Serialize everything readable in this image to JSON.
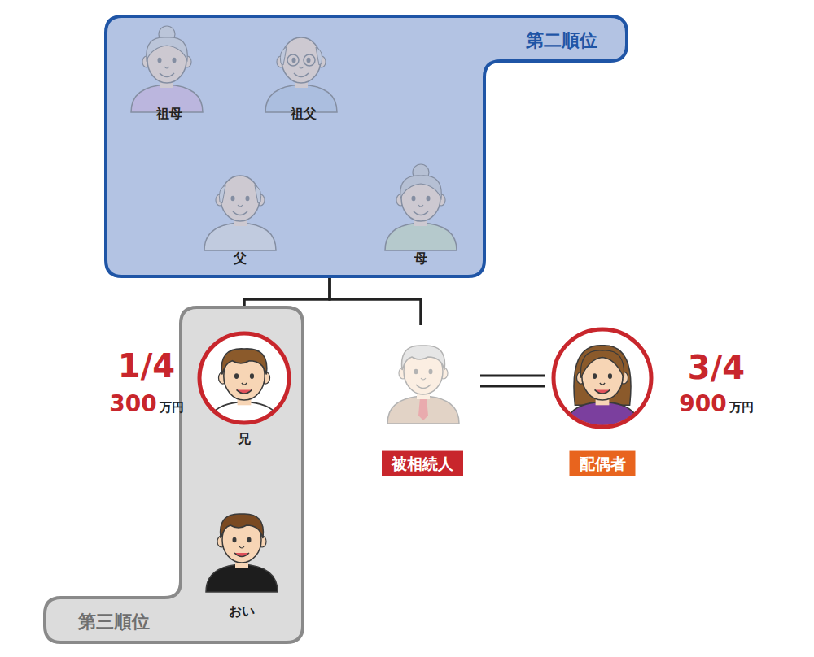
{
  "diagram": {
    "nodes": [
      {
        "text": [
          "第二順位"
        ]
      },
      {
        "text": [
          "祖母"
        ],
        "in": 0
      },
      {
        "text": [
          "祖父"
        ],
        "in": 0
      },
      {
        "text": [
          "父"
        ],
        "in": 0
      },
      {
        "text": [
          "母"
        ],
        "in": 0
      },
      {
        "text": [
          "第三順位"
        ]
      },
      {
        "text": [
          "兄",
          "1/4",
          "300万円"
        ],
        "in": 5
      },
      {
        "text": [
          "おい"
        ],
        "in": 5
      },
      {
        "text": [
          "被相続人"
        ]
      },
      {
        "text": [
          "配偶者",
          "3/4",
          "900万円"
        ]
      }
    ],
    "edges": [
      {
        "from": 1,
        "to": 2,
        "arrow": "none"
      },
      {
        "from": 1,
        "to": 3,
        "arrow": "none"
      },
      {
        "from": 2,
        "to": 3,
        "arrow": "none"
      },
      {
        "from": 3,
        "to": 4,
        "arrow": "none"
      },
      {
        "from": 3,
        "to": 6,
        "arrow": "none"
      },
      {
        "from": 4,
        "to": 6,
        "arrow": "none"
      },
      {
        "from": 3,
        "to": 8,
        "arrow": "none"
      },
      {
        "from": 4,
        "to": 8,
        "arrow": "none"
      },
      {
        "from": 6,
        "to": 7,
        "arrow": "none"
      },
      {
        "from": 8,
        "to": 9,
        "arrow": "none"
      }
    ]
  }
}
